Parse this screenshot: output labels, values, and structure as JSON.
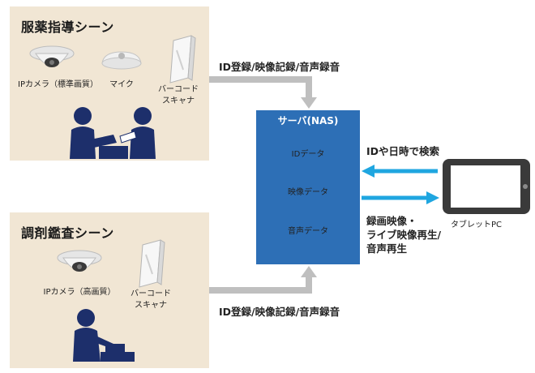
{
  "scene1": {
    "title": "服薬指導シーン",
    "devices": [
      {
        "label": "IPカメラ（標準画質）"
      },
      {
        "label": "マイク"
      },
      {
        "label_line1": "バーコード",
        "label_line2": "スキャナ"
      }
    ]
  },
  "scene2": {
    "title": "調剤鑑査シーン",
    "devices": [
      {
        "label": "IPカメラ（高画質）"
      },
      {
        "label_line1": "バーコード",
        "label_line2": "スキャナ"
      }
    ]
  },
  "arrow_labels": {
    "top": "ID登録/映像記録/音声録音",
    "bottom": "ID登録/映像記録/音声録音"
  },
  "server": {
    "title": "サーバ(NAS)",
    "stores": [
      "IDデータ",
      "映像データ",
      "音声データ"
    ]
  },
  "tablet": {
    "label": "タブレットPC",
    "search_label": "IDや日時で検索",
    "playback_lines": [
      "録画映像・",
      "ライブ映像再生/",
      "音声再生"
    ]
  },
  "colors": {
    "panel_bg": "#f1e6d4",
    "server_bg": "#2d6fb6",
    "arrow_gray": "#bfbfbf",
    "arrow_cyan": "#1fa6e0",
    "figure_navy": "#1d2f6b"
  }
}
